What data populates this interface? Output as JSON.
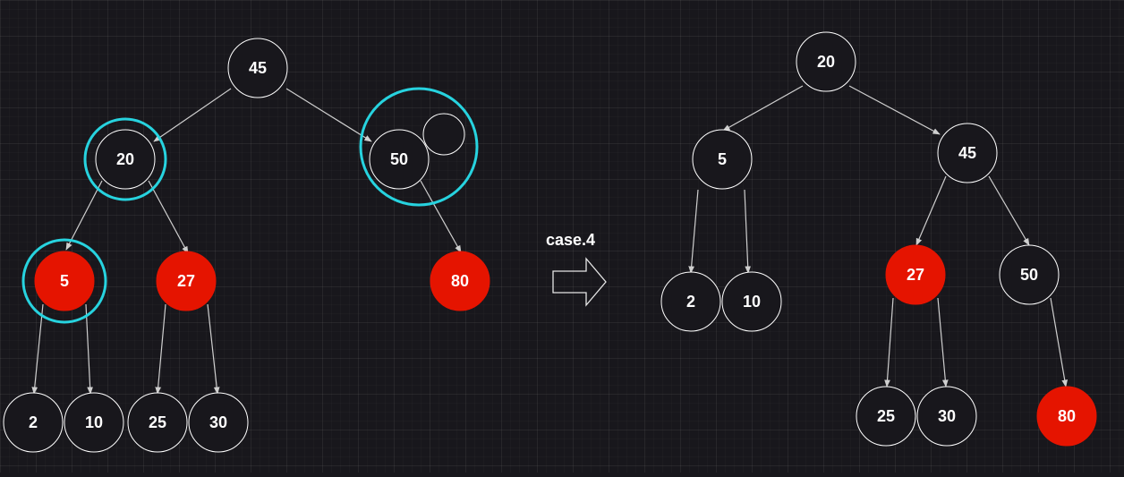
{
  "colors": {
    "background": "#18171c",
    "black_node_fill": "#18171c",
    "red_node_fill": "#e51400",
    "node_stroke": "#ffffff",
    "edge": "#cfcfcf",
    "highlight": "#27d3df"
  },
  "transition": {
    "label": "case.4",
    "icon": "right-arrow-icon"
  },
  "before_tree": {
    "nodes": [
      {
        "id": "b45",
        "label": "45",
        "color": "black"
      },
      {
        "id": "b20",
        "label": "20",
        "color": "black"
      },
      {
        "id": "b50",
        "label": "50",
        "color": "black"
      },
      {
        "id": "b5",
        "label": "5",
        "color": "red"
      },
      {
        "id": "b27",
        "label": "27",
        "color": "red"
      },
      {
        "id": "b80",
        "label": "80",
        "color": "red"
      },
      {
        "id": "b2",
        "label": "2",
        "color": "black"
      },
      {
        "id": "b10",
        "label": "10",
        "color": "black"
      },
      {
        "id": "b25",
        "label": "25",
        "color": "black"
      },
      {
        "id": "b30",
        "label": "30",
        "color": "black"
      },
      {
        "id": "bnil",
        "label": "",
        "color": "black"
      }
    ],
    "edges": [
      [
        "b45",
        "b20"
      ],
      [
        "b45",
        "b50"
      ],
      [
        "b20",
        "b5"
      ],
      [
        "b20",
        "b27"
      ],
      [
        "b50",
        "b80"
      ],
      [
        "b5",
        "b2"
      ],
      [
        "b5",
        "b10"
      ],
      [
        "b27",
        "b25"
      ],
      [
        "b27",
        "b30"
      ]
    ],
    "highlighted": [
      "b20",
      "b5",
      "b50"
    ]
  },
  "after_tree": {
    "nodes": [
      {
        "id": "a20",
        "label": "20",
        "color": "black"
      },
      {
        "id": "a5",
        "label": "5",
        "color": "black"
      },
      {
        "id": "a45",
        "label": "45",
        "color": "black"
      },
      {
        "id": "a2",
        "label": "2",
        "color": "black"
      },
      {
        "id": "a10",
        "label": "10",
        "color": "black"
      },
      {
        "id": "a27",
        "label": "27",
        "color": "red"
      },
      {
        "id": "a50",
        "label": "50",
        "color": "black"
      },
      {
        "id": "a25",
        "label": "25",
        "color": "black"
      },
      {
        "id": "a30",
        "label": "30",
        "color": "black"
      },
      {
        "id": "a80",
        "label": "80",
        "color": "red"
      }
    ],
    "edges": [
      [
        "a20",
        "a5"
      ],
      [
        "a20",
        "a45"
      ],
      [
        "a5",
        "a2"
      ],
      [
        "a5",
        "a10"
      ],
      [
        "a45",
        "a27"
      ],
      [
        "a45",
        "a50"
      ],
      [
        "a27",
        "a25"
      ],
      [
        "a27",
        "a30"
      ],
      [
        "a50",
        "a80"
      ]
    ],
    "highlighted": []
  }
}
